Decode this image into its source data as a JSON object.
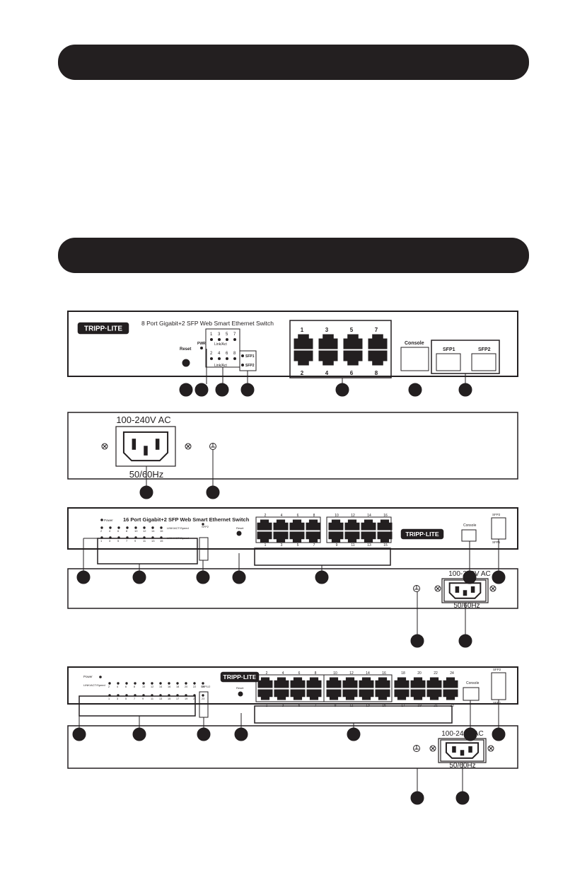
{
  "header_bars": [
    "",
    ""
  ],
  "panel_8port": {
    "brand": "TRIPP·LITE",
    "title": "8 Port Gigabit+2 SFP Web Smart Ethernet Switch",
    "reset_label": "Reset",
    "pwr_label": "PWR",
    "led_top": [
      "1",
      "3",
      "5",
      "7"
    ],
    "led_bottom": [
      "2",
      "4",
      "6",
      "8"
    ],
    "link_act": "Link/Act",
    "sfp_leds": [
      "SFP1",
      "SFP2"
    ],
    "port_top": [
      "1",
      "3",
      "5",
      "7"
    ],
    "port_bottom": [
      "2",
      "4",
      "6",
      "8"
    ],
    "console_label": "Console",
    "sfp_ports": [
      "SFP1",
      "SFP2"
    ]
  },
  "rear_8port": {
    "voltage": "100-240V AC",
    "frequency": "50/60Hz"
  },
  "panel_16port": {
    "brand": "TRIPP·LITE",
    "title": "16 Port Gigabit+2 SFP Web Smart Ethernet Switch",
    "power_label": "Power",
    "led_top": [
      "2",
      "4",
      "6",
      "8",
      "10",
      "12",
      "14",
      "16"
    ],
    "led_bottom": [
      "1",
      "3",
      "5",
      "7",
      "9",
      "11",
      "13",
      "15"
    ],
    "led_group_label": "LINK/ACT/Speed",
    "sfp_led_label": "SFP2",
    "reset_label": "Reset",
    "port_top": [
      "2",
      "4",
      "6",
      "8",
      "10",
      "12",
      "14",
      "16"
    ],
    "port_bottom": [
      "1",
      "3",
      "5",
      "7",
      "9",
      "11",
      "13",
      "15"
    ],
    "console_label": "Console",
    "sfp_ports": [
      "SFP2",
      "SFP1"
    ]
  },
  "rear_16port": {
    "voltage": "100-240V AC",
    "frequency": "50/60Hz"
  },
  "panel_24port": {
    "brand": "TRIPP·LITE",
    "power_label": "Power",
    "led_group_label": "LINK/ACT/Speed",
    "led_top": [
      "2",
      "4",
      "6",
      "8",
      "10",
      "12",
      "14",
      "16",
      "18",
      "20",
      "22",
      "24"
    ],
    "led_bottom": [
      "1",
      "3",
      "5",
      "7",
      "9",
      "11",
      "13",
      "15",
      "17",
      "19",
      "21",
      "23"
    ],
    "sfp_led_label": "SFP1/2",
    "reset_label": "Reset",
    "port_top": [
      "2",
      "4",
      "6",
      "8",
      "10",
      "12",
      "14",
      "16",
      "18",
      "20",
      "22",
      "24"
    ],
    "port_bottom": [
      "1",
      "3",
      "5",
      "7",
      "9",
      "11",
      "13",
      "15",
      "17",
      "19",
      "21",
      "23"
    ],
    "console_label": "Console",
    "sfp_ports": [
      "SFP2",
      "SFP1"
    ]
  },
  "rear_24port": {
    "voltage": "100-240V AC",
    "frequency": "50/60Hz"
  },
  "colors": {
    "ink": "#231f20",
    "paper": "#ffffff"
  }
}
